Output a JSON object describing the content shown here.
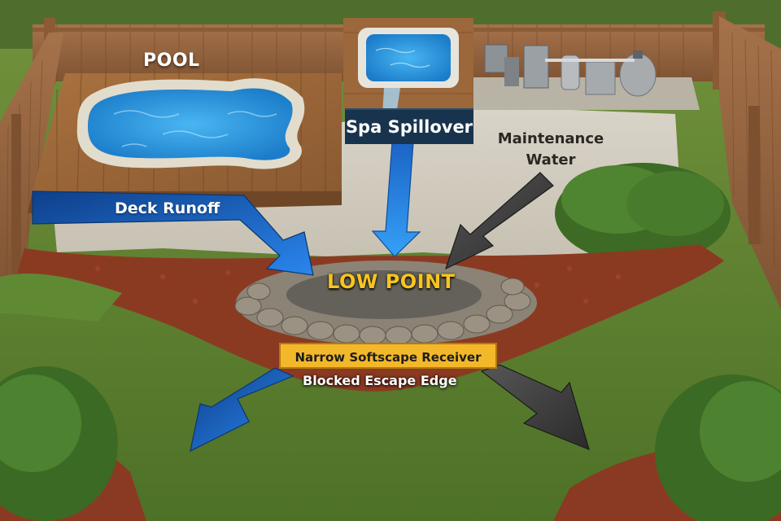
{
  "labels": {
    "pool": "POOL",
    "spa_spillover": "Spa Spillover",
    "maintenance_water": "Maintenance Water",
    "deck_runoff": "Deck Runoff",
    "low_point": "LOW POINT",
    "receiver": "Narrow Softscape Receiver",
    "escape_edge": "Blocked Escape Edge"
  },
  "colors": {
    "water_arrow": "#1f6fd6",
    "water_arrow_dark": "#0e3f8a",
    "maintenance_arrow": "#3b3a3a",
    "highlight": "#f3b82a",
    "low_point_text": "#f7c51d",
    "spa_label_bg": "#18334d"
  },
  "flows": [
    {
      "name": "deck-runoff",
      "to": "low-point",
      "color": "water"
    },
    {
      "name": "spa-spillover",
      "to": "low-point",
      "color": "water"
    },
    {
      "name": "maintenance-water",
      "to": "low-point",
      "color": "dark"
    },
    {
      "name": "overflow-left",
      "from": "low-point",
      "color": "water"
    },
    {
      "name": "overflow-right",
      "from": "low-point",
      "color": "dark"
    }
  ]
}
